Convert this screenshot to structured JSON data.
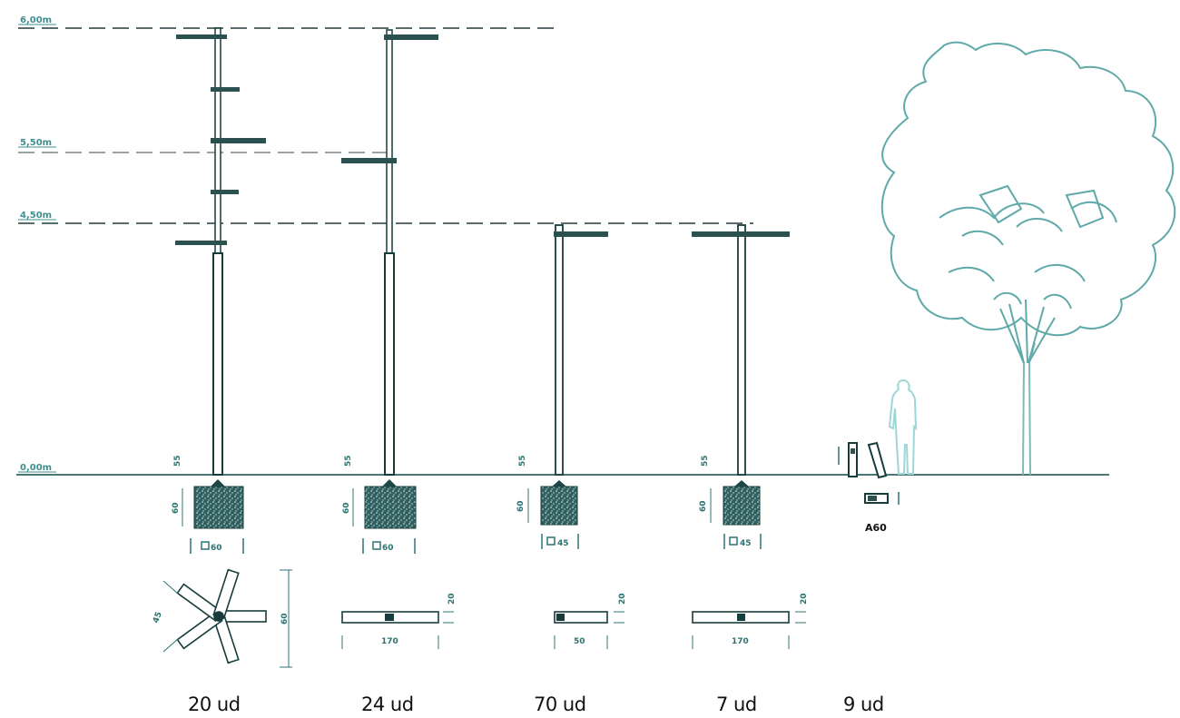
{
  "levels": {
    "top": "6,00m",
    "mid": "5,50m",
    "low": "4,50m",
    "ground": "0,00m"
  },
  "base_heights": [
    "60",
    "60",
    "60",
    "60"
  ],
  "foundation_dims": [
    "60",
    "60",
    "45",
    "45"
  ],
  "bollard": {
    "code": "A60"
  },
  "plan_dims": {
    "star": {
      "angle": "45",
      "depth": "60"
    },
    "double_wide": {
      "width": "170",
      "depth": "20"
    },
    "single": {
      "width": "50",
      "depth": "20"
    },
    "double_narrow": {
      "width": "170",
      "depth": "20"
    }
  },
  "counts": [
    "20 ud",
    "24 ud",
    "70 ud",
    "7 ud",
    "9 ud"
  ],
  "colors": {
    "teal": "#2d7373",
    "light_teal": "#5fa9a9",
    "dark": "#163c3c",
    "cyan_figure": "#a8dede"
  }
}
